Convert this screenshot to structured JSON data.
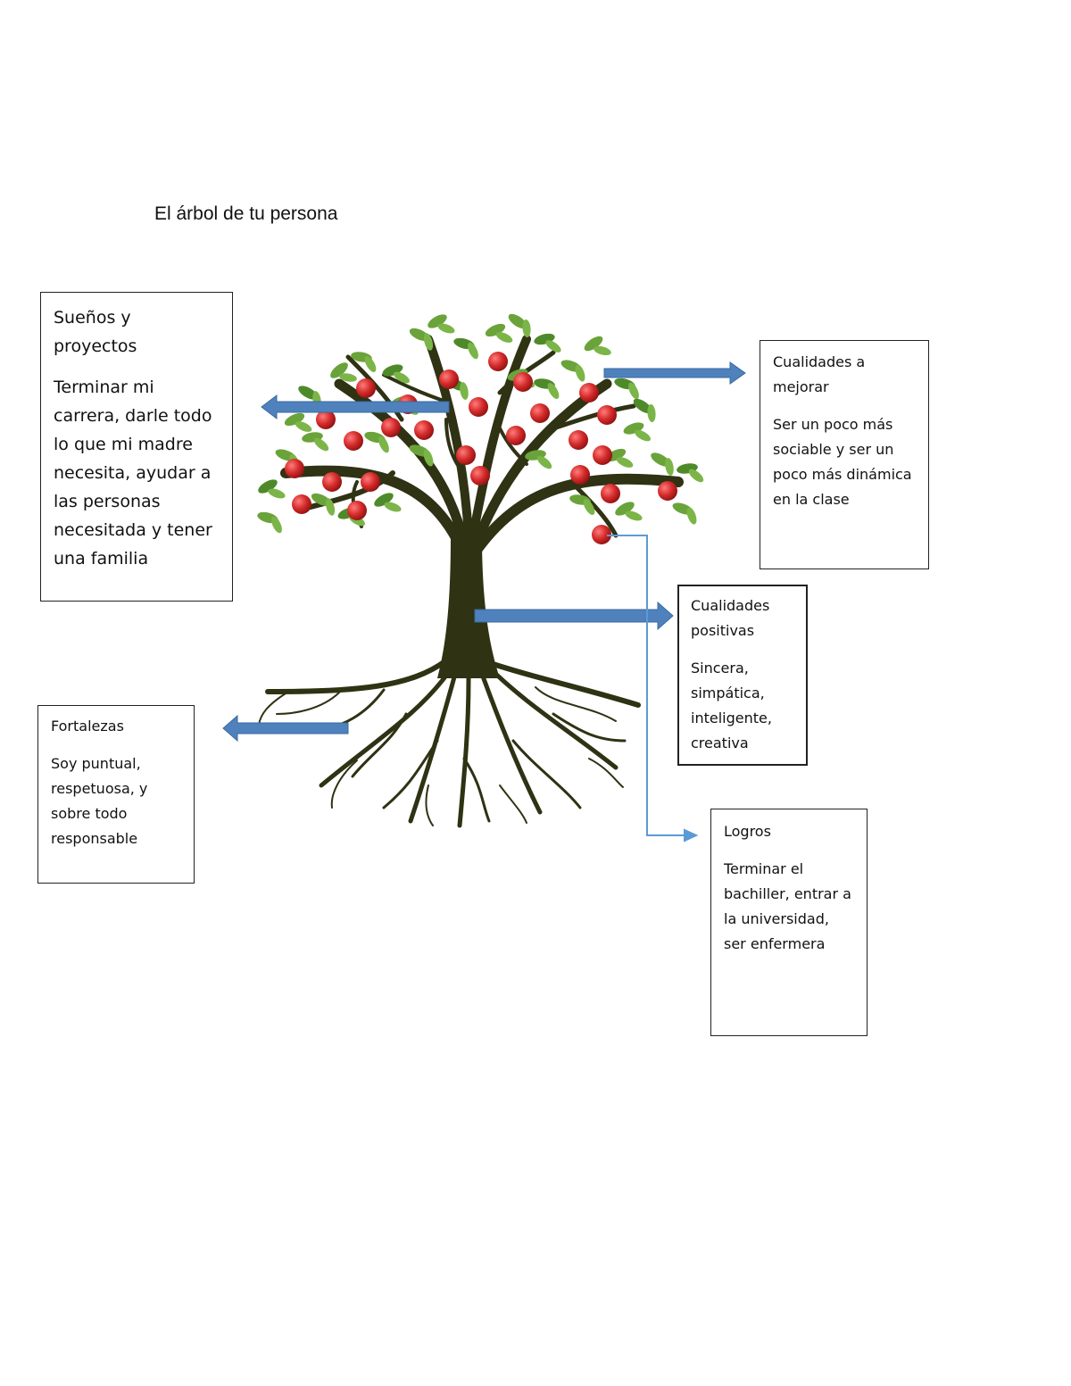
{
  "title": "El árbol de tu persona",
  "boxes": {
    "suenos": {
      "heading": "Sueños y proyectos",
      "text": "Terminar mi carrera, darle todo lo que mi madre necesita, ayudar a las personas necesitada y tener una familia"
    },
    "mejorar": {
      "heading": "Cualidades a mejorar",
      "text": "Ser un poco más sociable y ser un poco más dinámica en la clase"
    },
    "positivas": {
      "heading": "Cualidades positivas",
      "text": "Sincera, simpática, inteligente, creativa"
    },
    "fortalezas": {
      "heading": "Fortalezas",
      "text": "Soy puntual, respetuosa, y sobre todo responsable"
    },
    "logros": {
      "heading": "Logros",
      "text": "Terminar el bachiller, entrar a la universidad, ser enfermera"
    }
  },
  "colors": {
    "trunk": "#2f3213",
    "leaf": "#6aa33a",
    "apple": "#d42a2a",
    "arrow": "#4f81bd",
    "connector": "#5b9bd5"
  }
}
